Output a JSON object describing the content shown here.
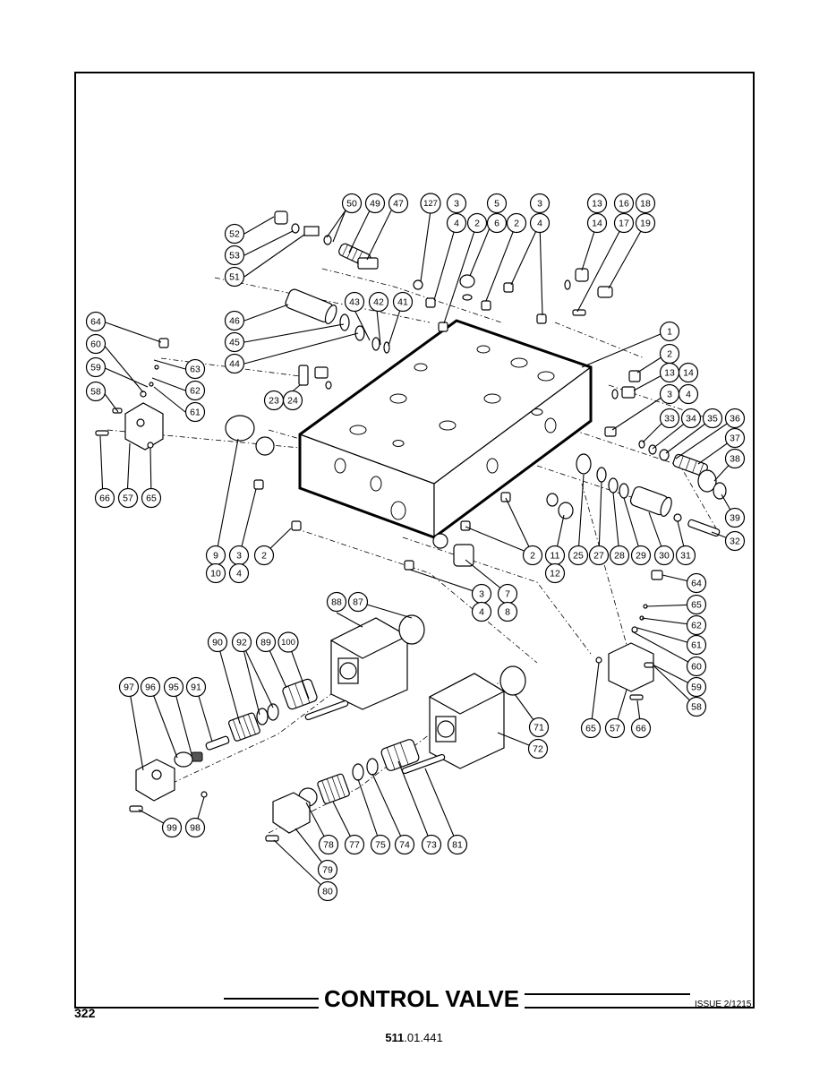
{
  "title": "CONTROL VALVE",
  "page_number": "322",
  "issue": "ISSUE 2/1215",
  "document_number": {
    "bold": "511",
    "rest": ".01.441"
  },
  "callouts": [
    {
      "id": "c-52",
      "label": "52"
    },
    {
      "id": "c-53",
      "label": "53"
    },
    {
      "id": "c-51",
      "label": "51"
    },
    {
      "id": "c-50",
      "label": "50"
    },
    {
      "id": "c-49",
      "label": "49"
    },
    {
      "id": "c-47",
      "label": "47"
    },
    {
      "id": "c-127",
      "label": "127"
    },
    {
      "id": "c-3a",
      "label": "3"
    },
    {
      "id": "c-4a",
      "label": "4"
    },
    {
      "id": "c-2a",
      "label": "2"
    },
    {
      "id": "c-5",
      "label": "5"
    },
    {
      "id": "c-6",
      "label": "6"
    },
    {
      "id": "c-2b",
      "label": "2"
    },
    {
      "id": "c-3b",
      "label": "3"
    },
    {
      "id": "c-4b",
      "label": "4"
    },
    {
      "id": "c-13a",
      "label": "13"
    },
    {
      "id": "c-14a",
      "label": "14"
    },
    {
      "id": "c-16",
      "label": "16"
    },
    {
      "id": "c-17",
      "label": "17"
    },
    {
      "id": "c-18",
      "label": "18"
    },
    {
      "id": "c-19",
      "label": "19"
    },
    {
      "id": "c-46",
      "label": "46"
    },
    {
      "id": "c-45",
      "label": "45"
    },
    {
      "id": "c-44",
      "label": "44"
    },
    {
      "id": "c-43",
      "label": "43"
    },
    {
      "id": "c-42",
      "label": "42"
    },
    {
      "id": "c-41",
      "label": "41"
    },
    {
      "id": "c-64a",
      "label": "64"
    },
    {
      "id": "c-60a",
      "label": "60"
    },
    {
      "id": "c-63a",
      "label": "63"
    },
    {
      "id": "c-59a",
      "label": "59"
    },
    {
      "id": "c-62a",
      "label": "62"
    },
    {
      "id": "c-58a",
      "label": "58"
    },
    {
      "id": "c-61a",
      "label": "61"
    },
    {
      "id": "c-23",
      "label": "23"
    },
    {
      "id": "c-24",
      "label": "24"
    },
    {
      "id": "c-1",
      "label": "1"
    },
    {
      "id": "c-2c",
      "label": "2"
    },
    {
      "id": "c-13b",
      "label": "13"
    },
    {
      "id": "c-14b",
      "label": "14"
    },
    {
      "id": "c-3c",
      "label": "3"
    },
    {
      "id": "c-4c",
      "label": "4"
    },
    {
      "id": "c-33",
      "label": "33"
    },
    {
      "id": "c-34",
      "label": "34"
    },
    {
      "id": "c-35",
      "label": "35"
    },
    {
      "id": "c-36",
      "label": "36"
    },
    {
      "id": "c-37",
      "label": "37"
    },
    {
      "id": "c-38",
      "label": "38"
    },
    {
      "id": "c-39",
      "label": "39"
    },
    {
      "id": "c-66a",
      "label": "66"
    },
    {
      "id": "c-57a",
      "label": "57"
    },
    {
      "id": "c-65a",
      "label": "65"
    },
    {
      "id": "c-9",
      "label": "9"
    },
    {
      "id": "c-10",
      "label": "10"
    },
    {
      "id": "c-3d",
      "label": "3"
    },
    {
      "id": "c-4d",
      "label": "4"
    },
    {
      "id": "c-2d",
      "label": "2"
    },
    {
      "id": "c-2e",
      "label": "2"
    },
    {
      "id": "c-11",
      "label": "11"
    },
    {
      "id": "c-12",
      "label": "12"
    },
    {
      "id": "c-25",
      "label": "25"
    },
    {
      "id": "c-27",
      "label": "27"
    },
    {
      "id": "c-28",
      "label": "28"
    },
    {
      "id": "c-29",
      "label": "29"
    },
    {
      "id": "c-30",
      "label": "30"
    },
    {
      "id": "c-31",
      "label": "31"
    },
    {
      "id": "c-32",
      "label": "32"
    },
    {
      "id": "c-3e",
      "label": "3"
    },
    {
      "id": "c-4e",
      "label": "4"
    },
    {
      "id": "c-7",
      "label": "7"
    },
    {
      "id": "c-8",
      "label": "8"
    },
    {
      "id": "c-64b",
      "label": "64"
    },
    {
      "id": "c-65b",
      "label": "65"
    },
    {
      "id": "c-62b",
      "label": "62"
    },
    {
      "id": "c-61b",
      "label": "61"
    },
    {
      "id": "c-60b",
      "label": "60"
    },
    {
      "id": "c-59b",
      "label": "59"
    },
    {
      "id": "c-58b",
      "label": "58"
    },
    {
      "id": "c-88",
      "label": "88"
    },
    {
      "id": "c-87",
      "label": "87"
    },
    {
      "id": "c-90",
      "label": "90"
    },
    {
      "id": "c-92",
      "label": "92"
    },
    {
      "id": "c-89",
      "label": "89"
    },
    {
      "id": "c-100",
      "label": "100"
    },
    {
      "id": "c-97",
      "label": "97"
    },
    {
      "id": "c-96",
      "label": "96"
    },
    {
      "id": "c-95",
      "label": "95"
    },
    {
      "id": "c-91",
      "label": "91"
    },
    {
      "id": "c-71",
      "label": "71"
    },
    {
      "id": "c-72",
      "label": "72"
    },
    {
      "id": "c-65c",
      "label": "65"
    },
    {
      "id": "c-57b",
      "label": "57"
    },
    {
      "id": "c-66b",
      "label": "66"
    },
    {
      "id": "c-99",
      "label": "99"
    },
    {
      "id": "c-98",
      "label": "98"
    },
    {
      "id": "c-78",
      "label": "78"
    },
    {
      "id": "c-77",
      "label": "77"
    },
    {
      "id": "c-75",
      "label": "75"
    },
    {
      "id": "c-74",
      "label": "74"
    },
    {
      "id": "c-73",
      "label": "73"
    },
    {
      "id": "c-81",
      "label": "81"
    },
    {
      "id": "c-79",
      "label": "79"
    },
    {
      "id": "c-80",
      "label": "80"
    }
  ]
}
